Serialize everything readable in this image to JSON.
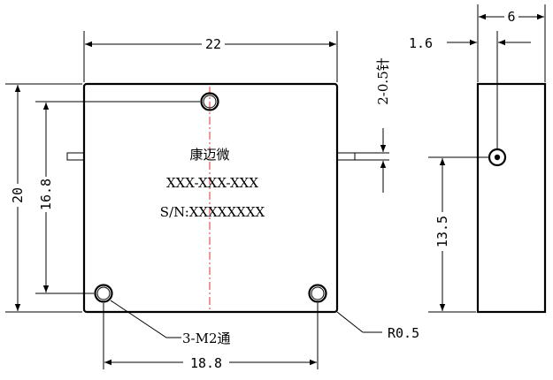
{
  "front_view": {
    "brand": "康迈微",
    "part_number": "XXX-XXX-XXX",
    "serial": "S/N:XXXXXXXX"
  },
  "dimensions": {
    "width": "22",
    "height": "20",
    "hole_vertical_spacing": "16.8",
    "hole_horizontal_spacing": "18.8",
    "pin": "2-0.5针",
    "holes": "3-M2通",
    "corner_radius": "R0.5",
    "side_thickness": "6",
    "side_pin_offset": "1.6",
    "side_pin_height": "13.5"
  },
  "colors": {
    "line": "#000000",
    "centerline": "#e0312b",
    "background": "#ffffff"
  }
}
